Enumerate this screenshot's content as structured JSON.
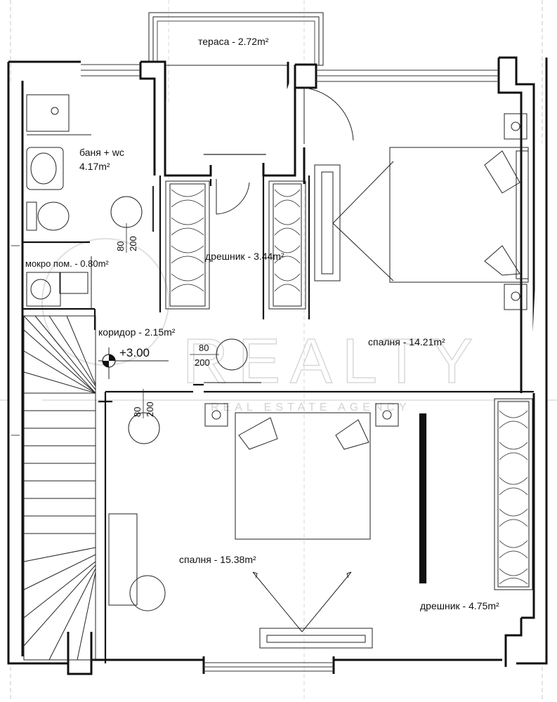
{
  "rooms": {
    "terrace": "тераса - 2.72m²",
    "bathroom_name": "баня + wc",
    "bathroom_area": "4.17m²",
    "wet_room": "мокро пом. - 0.80m²",
    "wardrobe_top": "дрешник - 3.44m²",
    "corridor": "коридор - 2.15m²",
    "bedroom_top": "спалня - 14.21m²",
    "bedroom_bottom": "спалня - 15.38m²",
    "wardrobe_right": "дрешник - 4.75m²"
  },
  "level_mark": "+3.00",
  "door_dims": [
    {
      "w": "80",
      "h": "200"
    },
    {
      "w": "80",
      "h": "200"
    },
    {
      "w": "80",
      "h": "200"
    }
  ],
  "watermark": {
    "brand": "REALTY",
    "tagline": "REAL ESTATE AGENCY"
  }
}
